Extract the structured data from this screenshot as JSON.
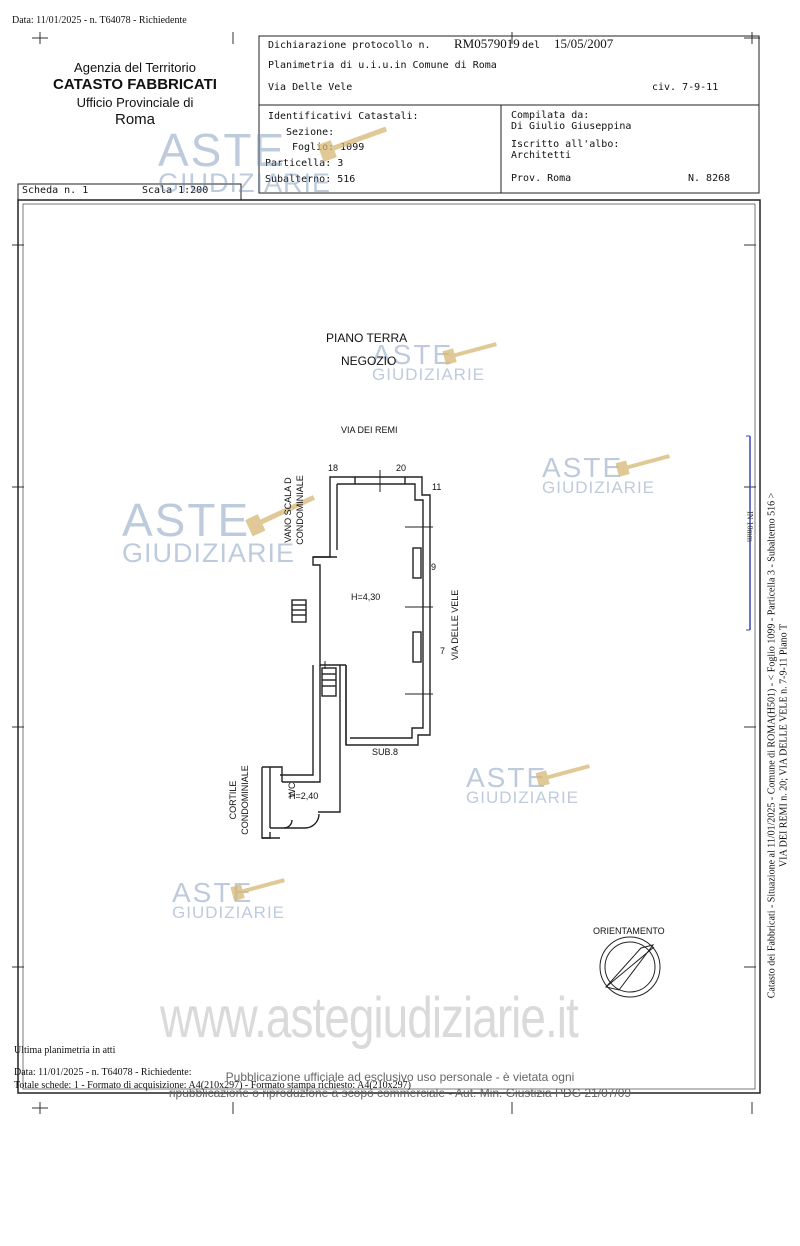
{
  "top_line": "Data: 11/01/2025 - n. T64078 - Richiedente",
  "agency": {
    "line1": "Agenzia del Territorio",
    "line2": "CATASTO FABBRICATI",
    "line3": "Ufficio Provinciale di",
    "line4": "Roma"
  },
  "header": {
    "protocol_label": "Dichiarazione protocollo n.",
    "protocol_number": "RM0579019",
    "del_label": "del",
    "protocol_date": "15/05/2007",
    "planimetria": "Planimetria di u.i.u.in Comune di Roma",
    "address": "Via Delle Vele",
    "civ": "civ. 7-9-11"
  },
  "identificativi": {
    "title": "Identificativi Catastali:",
    "sezione": "Sezione:",
    "foglio": "Foglio: 1099",
    "particella": "Particella: 3",
    "subalterno": "Subalterno: 516"
  },
  "compilata": {
    "label": "Compilata da:",
    "name": "Di Giulio Giuseppina",
    "albo_label": "Iscritto all'albo:",
    "albo": "Architetti",
    "prov": "Prov. Roma",
    "numero": "N.  8268"
  },
  "scheda": {
    "label": "Scheda n. 1",
    "scala": "Scala 1:200"
  },
  "plan": {
    "title": "PIANO TERRA",
    "subtitle": "NEGOZIO",
    "street_top": "VIA DEI REMI",
    "n18": "18",
    "n20": "20",
    "n11": "11",
    "n9": "9",
    "n7": "7",
    "vano": "VANO SCALA D",
    "condominiale": "CONDOMINIALE",
    "h_main": "H=4,30",
    "via_vele": "VIA DELLE VELE",
    "sub8": "SUB.8",
    "wc": "WC",
    "h_wc": "H=2,40",
    "cortile": "CORTILE",
    "cortile2": "CONDOMINIALE",
    "orientamento": "ORIENTAMENTO"
  },
  "side_text": {
    "line1": "Catasto dei Fabbricati - Situazione al 11/01/2025 - Comune di ROMA(H501) - < Foglio 1099 - Particella 3 - Subalterno 516 >",
    "line2": "VIA DEI REMI n. 20; VIA DELLE VELE n. 7-9-11 Piano T",
    "stamp": "IN 10mm"
  },
  "watermark": {
    "aste": "ASTE",
    "giudiziarie": "GIUDIZIARIE",
    "site": "www.astegiudiziarie.it"
  },
  "footer": {
    "ultima": "Ultima planimetria in atti",
    "data_line": "Data: 11/01/2025 - n. T64078 - Richiedente:",
    "totale": "Totale schede: 1 - Formato di acquisizione: A4(210x297) - Formato stampa richiesto: A4(210x297)",
    "pub1": "Pubblicazione ufficiale ad esclusivo uso personale - è vietata ogni",
    "pub2": "ripubblicazione o riproduzione a scopo commerciale - Aut. Min. Giustizia PDG 21/07/09"
  },
  "colors": {
    "watermark": "#6e8cb4",
    "hammer": "#c9a55a",
    "line": "#222222"
  }
}
